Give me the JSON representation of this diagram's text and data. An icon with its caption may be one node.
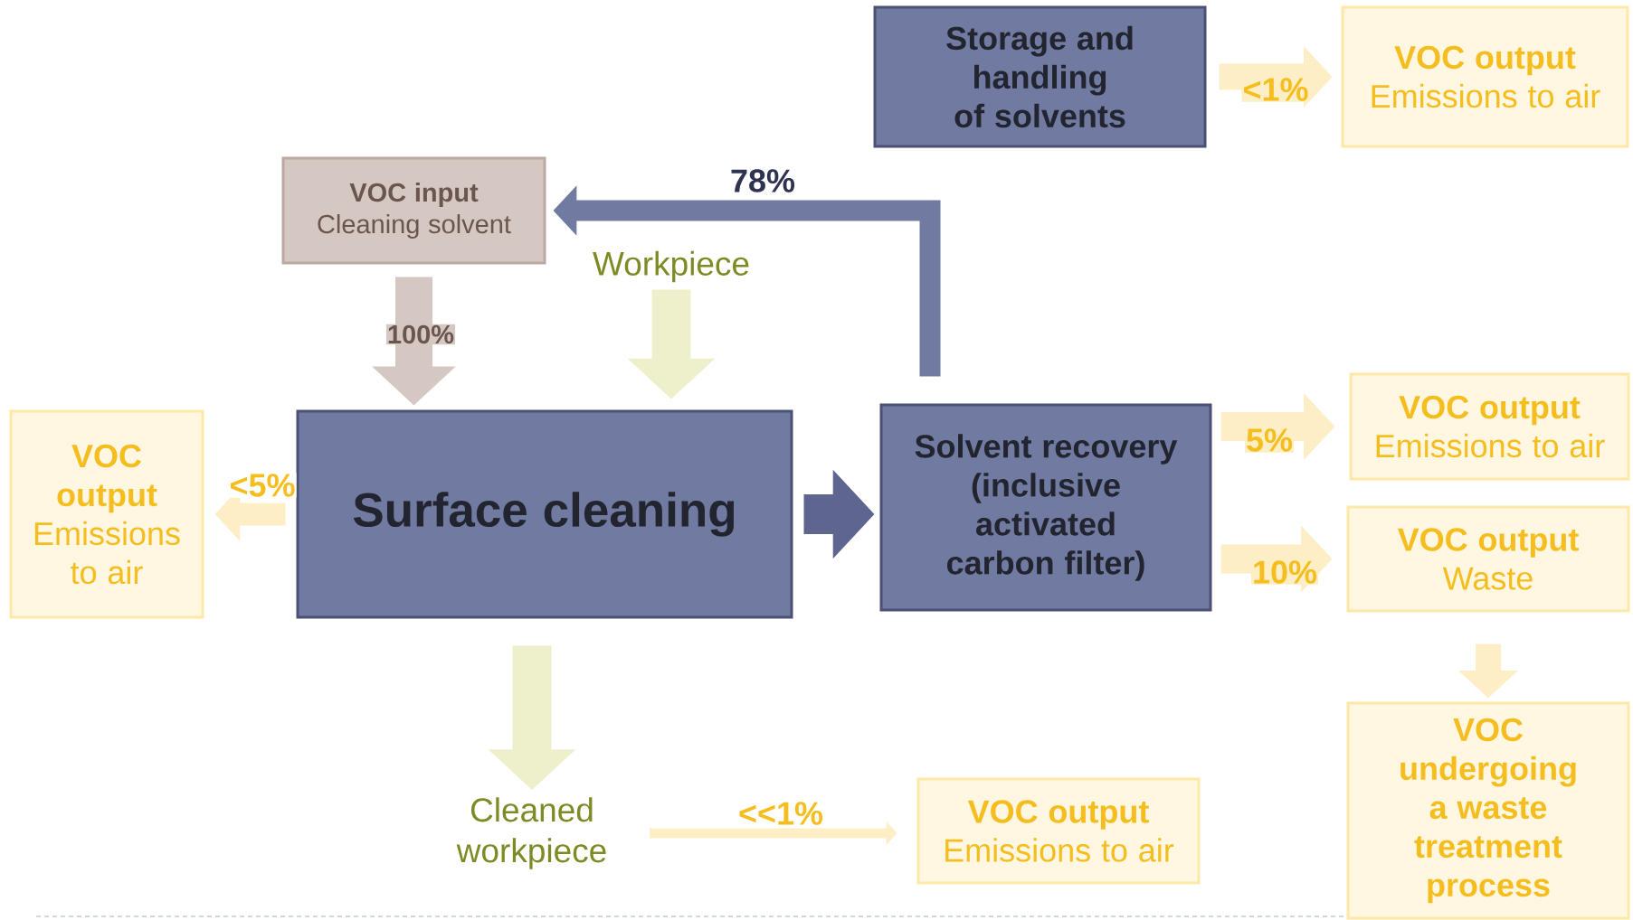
{
  "diagram": {
    "nodes": [
      {
        "text": [
          "Storage and handling of solvents"
        ]
      },
      {
        "text": [
          "VOC output",
          "Emissions to air"
        ]
      },
      {
        "text": [
          "VOC input",
          "Cleaning solvent"
        ]
      },
      {
        "text": [
          "Workpiece"
        ]
      },
      {
        "text": [
          "VOC output",
          "Emissions to air"
        ]
      },
      {
        "text": [
          "Surface cleaning"
        ]
      },
      {
        "text": [
          "Solvent recovery (inclusive activated carbon filter)"
        ]
      },
      {
        "text": [
          "VOC output",
          "Emissions to air"
        ]
      },
      {
        "text": [
          "VOC output",
          "Waste"
        ]
      },
      {
        "text": [
          "Cleaned workpiece"
        ]
      },
      {
        "text": [
          "VOC output",
          "Emissions to air"
        ]
      },
      {
        "text": [
          "VOC undergoing a waste treatment process"
        ]
      }
    ],
    "edges": [
      {
        "from": 0,
        "to": 1,
        "arrow": "to",
        "label": "<1%"
      },
      {
        "from": 6,
        "to": 2,
        "arrow": "to",
        "label": "78%",
        "color": "#717aa0"
      },
      {
        "from": 2,
        "to": 5,
        "arrow": "to",
        "label": "100%",
        "color": "#d5c8c3"
      },
      {
        "from": 3,
        "to": 5,
        "arrow": "to",
        "color": "#eef0cb"
      },
      {
        "from": 5,
        "to": 4,
        "arrow": "to",
        "label": "<5%"
      },
      {
        "from": 5,
        "to": 6,
        "arrow": "to",
        "color": "#5e668f"
      },
      {
        "from": 6,
        "to": 7,
        "arrow": "to",
        "label": "5%"
      },
      {
        "from": 6,
        "to": 8,
        "arrow": "to",
        "label": "10%"
      },
      {
        "from": 8,
        "to": 11,
        "arrow": "to"
      },
      {
        "from": 5,
        "to": 9,
        "arrow": "to",
        "color": "#eef0cb"
      },
      {
        "from": 9,
        "to": 10,
        "arrow": "to",
        "label": "<<1%"
      }
    ]
  }
}
